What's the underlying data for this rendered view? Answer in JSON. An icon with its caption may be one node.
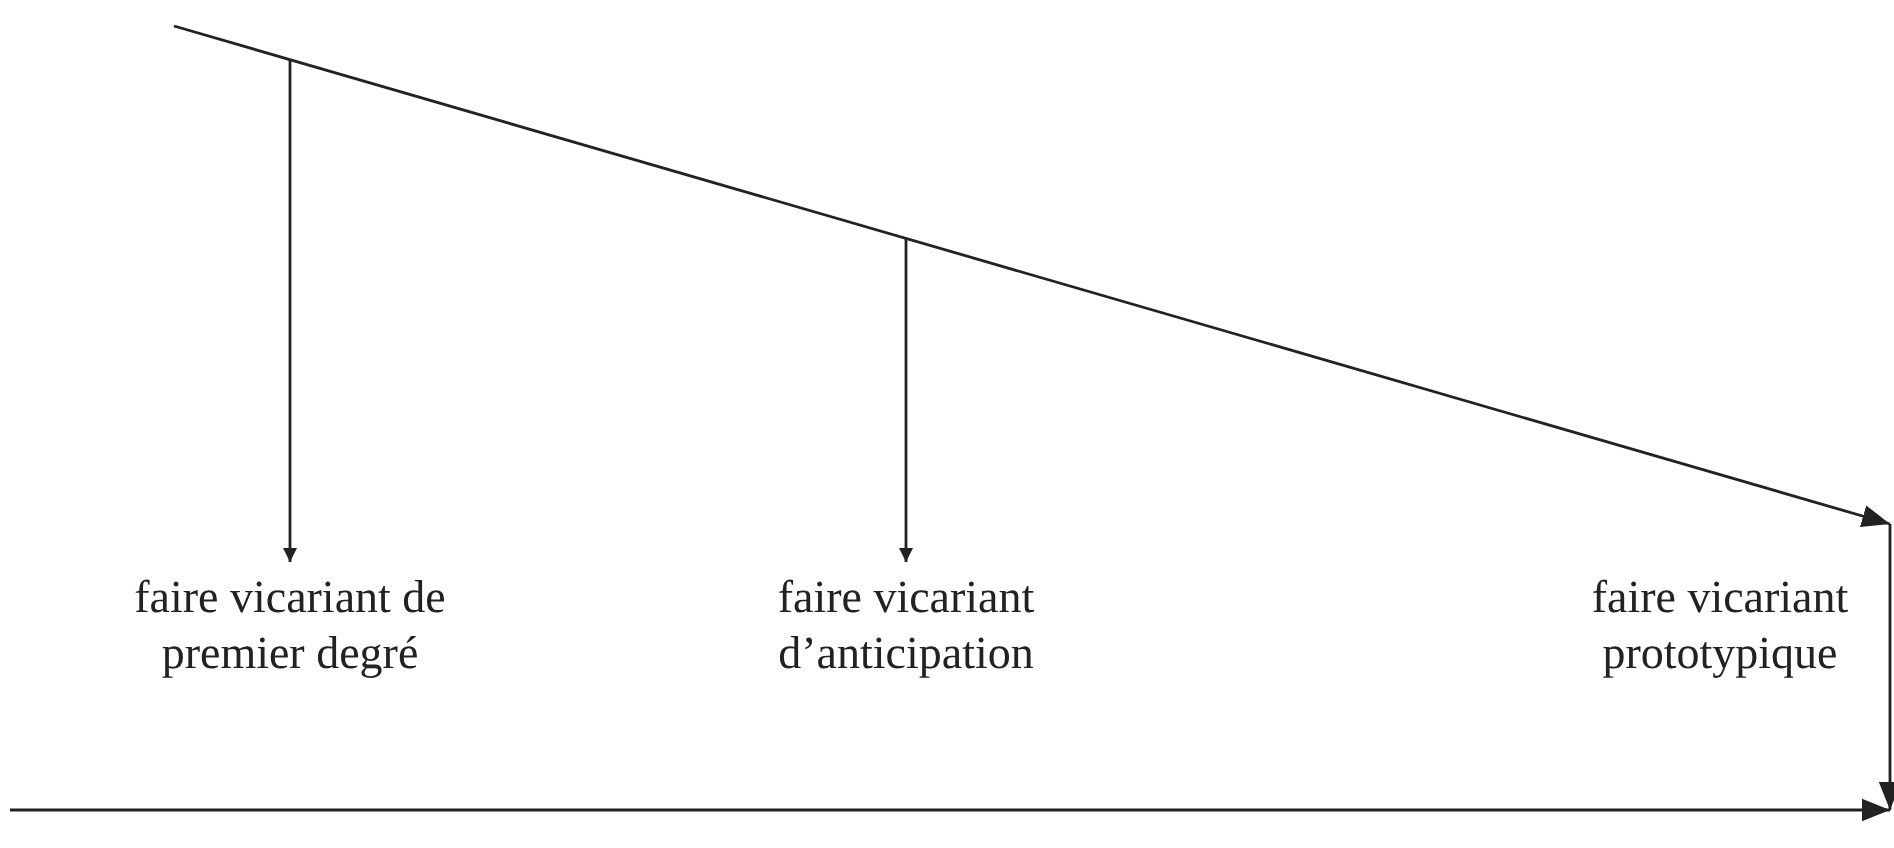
{
  "diagram": {
    "nodes": [
      {
        "text": [
          "faire vicariant de premier degré"
        ]
      },
      {
        "text": [
          "faire vicariant d’anticipation"
        ]
      },
      {
        "text": [
          "faire vicariant prototypique"
        ]
      }
    ],
    "edges": [
      {
        "from": null,
        "to": 0,
        "arrow": "to"
      },
      {
        "from": null,
        "to": 1,
        "arrow": "to"
      }
    ]
  }
}
